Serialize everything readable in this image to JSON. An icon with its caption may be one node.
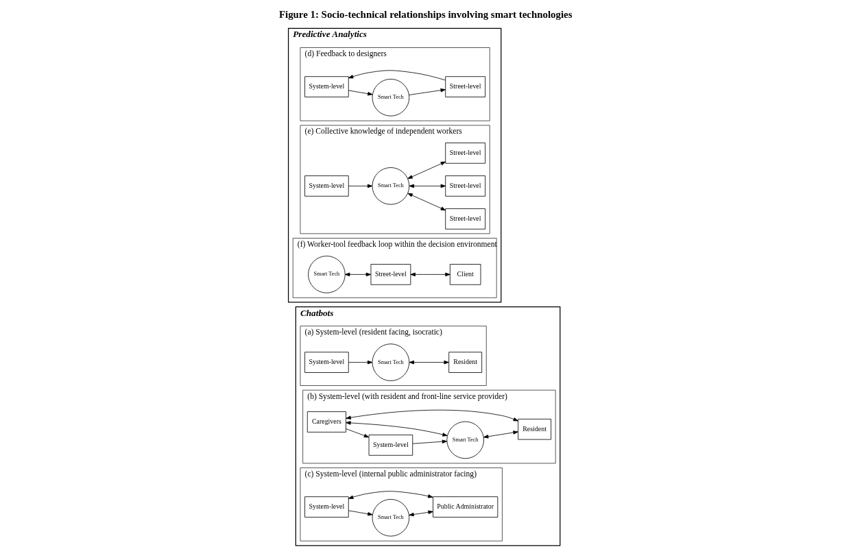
{
  "diagram": {
    "title": "Figure 1: Socio-technical relationships involving smart technologies",
    "nodes": [
      {
        "text": [
          "Chatbots"
        ]
      },
      {
        "text": [
          "(a) System-level (resident facing, isocratic)"
        ],
        "in": 0
      },
      {
        "text": [
          "System-level"
        ],
        "in": 1
      },
      {
        "text": [
          "Smart Tech"
        ],
        "in": 1
      },
      {
        "text": [
          "Resident"
        ],
        "in": 1
      },
      {
        "text": [
          "(b) System-level (with resident and front-line service provider)"
        ],
        "in": 0
      },
      {
        "text": [
          "Caregivers"
        ],
        "in": 5
      },
      {
        "text": [
          "System-level"
        ],
        "in": 5
      },
      {
        "text": [
          "Smart Tech"
        ],
        "in": 5
      },
      {
        "text": [
          "Resident"
        ],
        "in": 5
      },
      {
        "text": [
          "(c) System-level (internal public administrator facing)"
        ],
        "in": 0
      },
      {
        "text": [
          "System-level"
        ],
        "in": 10
      },
      {
        "text": [
          "Smart Tech"
        ],
        "in": 10
      },
      {
        "text": [
          "Public Administrator"
        ],
        "in": 10
      },
      {
        "text": [
          "Predictive Analytics"
        ]
      },
      {
        "text": [
          "(d) Feedback to designers"
        ],
        "in": 14
      },
      {
        "text": [
          "System-level"
        ],
        "in": 15
      },
      {
        "text": [
          "Smart Tech"
        ],
        "in": 15
      },
      {
        "text": [
          "Street-level"
        ],
        "in": 15
      },
      {
        "text": [
          "(e) Collective knowledge of independent workers"
        ],
        "in": 14
      },
      {
        "text": [
          "System-level"
        ],
        "in": 19
      },
      {
        "text": [
          "Smart Tech"
        ],
        "in": 19
      },
      {
        "text": [
          "Street-level"
        ],
        "in": 19
      },
      {
        "text": [
          "Street-level"
        ],
        "in": 19
      },
      {
        "text": [
          "Street-level"
        ],
        "in": 19
      },
      {
        "text": [
          "(f) Worker-tool feedback loop within the decision environment"
        ],
        "in": 14
      },
      {
        "text": [
          "Smart Tech"
        ],
        "in": 25
      },
      {
        "text": [
          "Street-level"
        ],
        "in": 25
      },
      {
        "text": [
          "Client"
        ],
        "in": 25
      }
    ],
    "edges": [
      {
        "from": 2,
        "to": 3,
        "arrow": "to"
      },
      {
        "from": 3,
        "to": 4,
        "arrow": "both"
      },
      {
        "from": 6,
        "to": 7,
        "arrow": "to"
      },
      {
        "from": 7,
        "to": 8,
        "arrow": "to"
      },
      {
        "from": 8,
        "to": 6,
        "arrow": "both"
      },
      {
        "from": 8,
        "to": 9,
        "arrow": "both"
      },
      {
        "from": 6,
        "to": 9,
        "arrow": "both"
      },
      {
        "from": 11,
        "to": 13,
        "arrow": "both"
      },
      {
        "from": 11,
        "to": 12,
        "arrow": "to"
      },
      {
        "from": 12,
        "to": 13,
        "arrow": "both"
      },
      {
        "from": 18,
        "to": 16,
        "arrow": "to"
      },
      {
        "from": 16,
        "to": 17,
        "arrow": "to"
      },
      {
        "from": 17,
        "to": 18,
        "arrow": "to"
      },
      {
        "from": 20,
        "to": 21,
        "arrow": "to"
      },
      {
        "from": 21,
        "to": 22,
        "arrow": "both"
      },
      {
        "from": 21,
        "to": 23,
        "arrow": "both"
      },
      {
        "from": 21,
        "to": 24,
        "arrow": "both"
      },
      {
        "from": 26,
        "to": 27,
        "arrow": "both"
      },
      {
        "from": 27,
        "to": 28,
        "arrow": "both"
      }
    ]
  }
}
